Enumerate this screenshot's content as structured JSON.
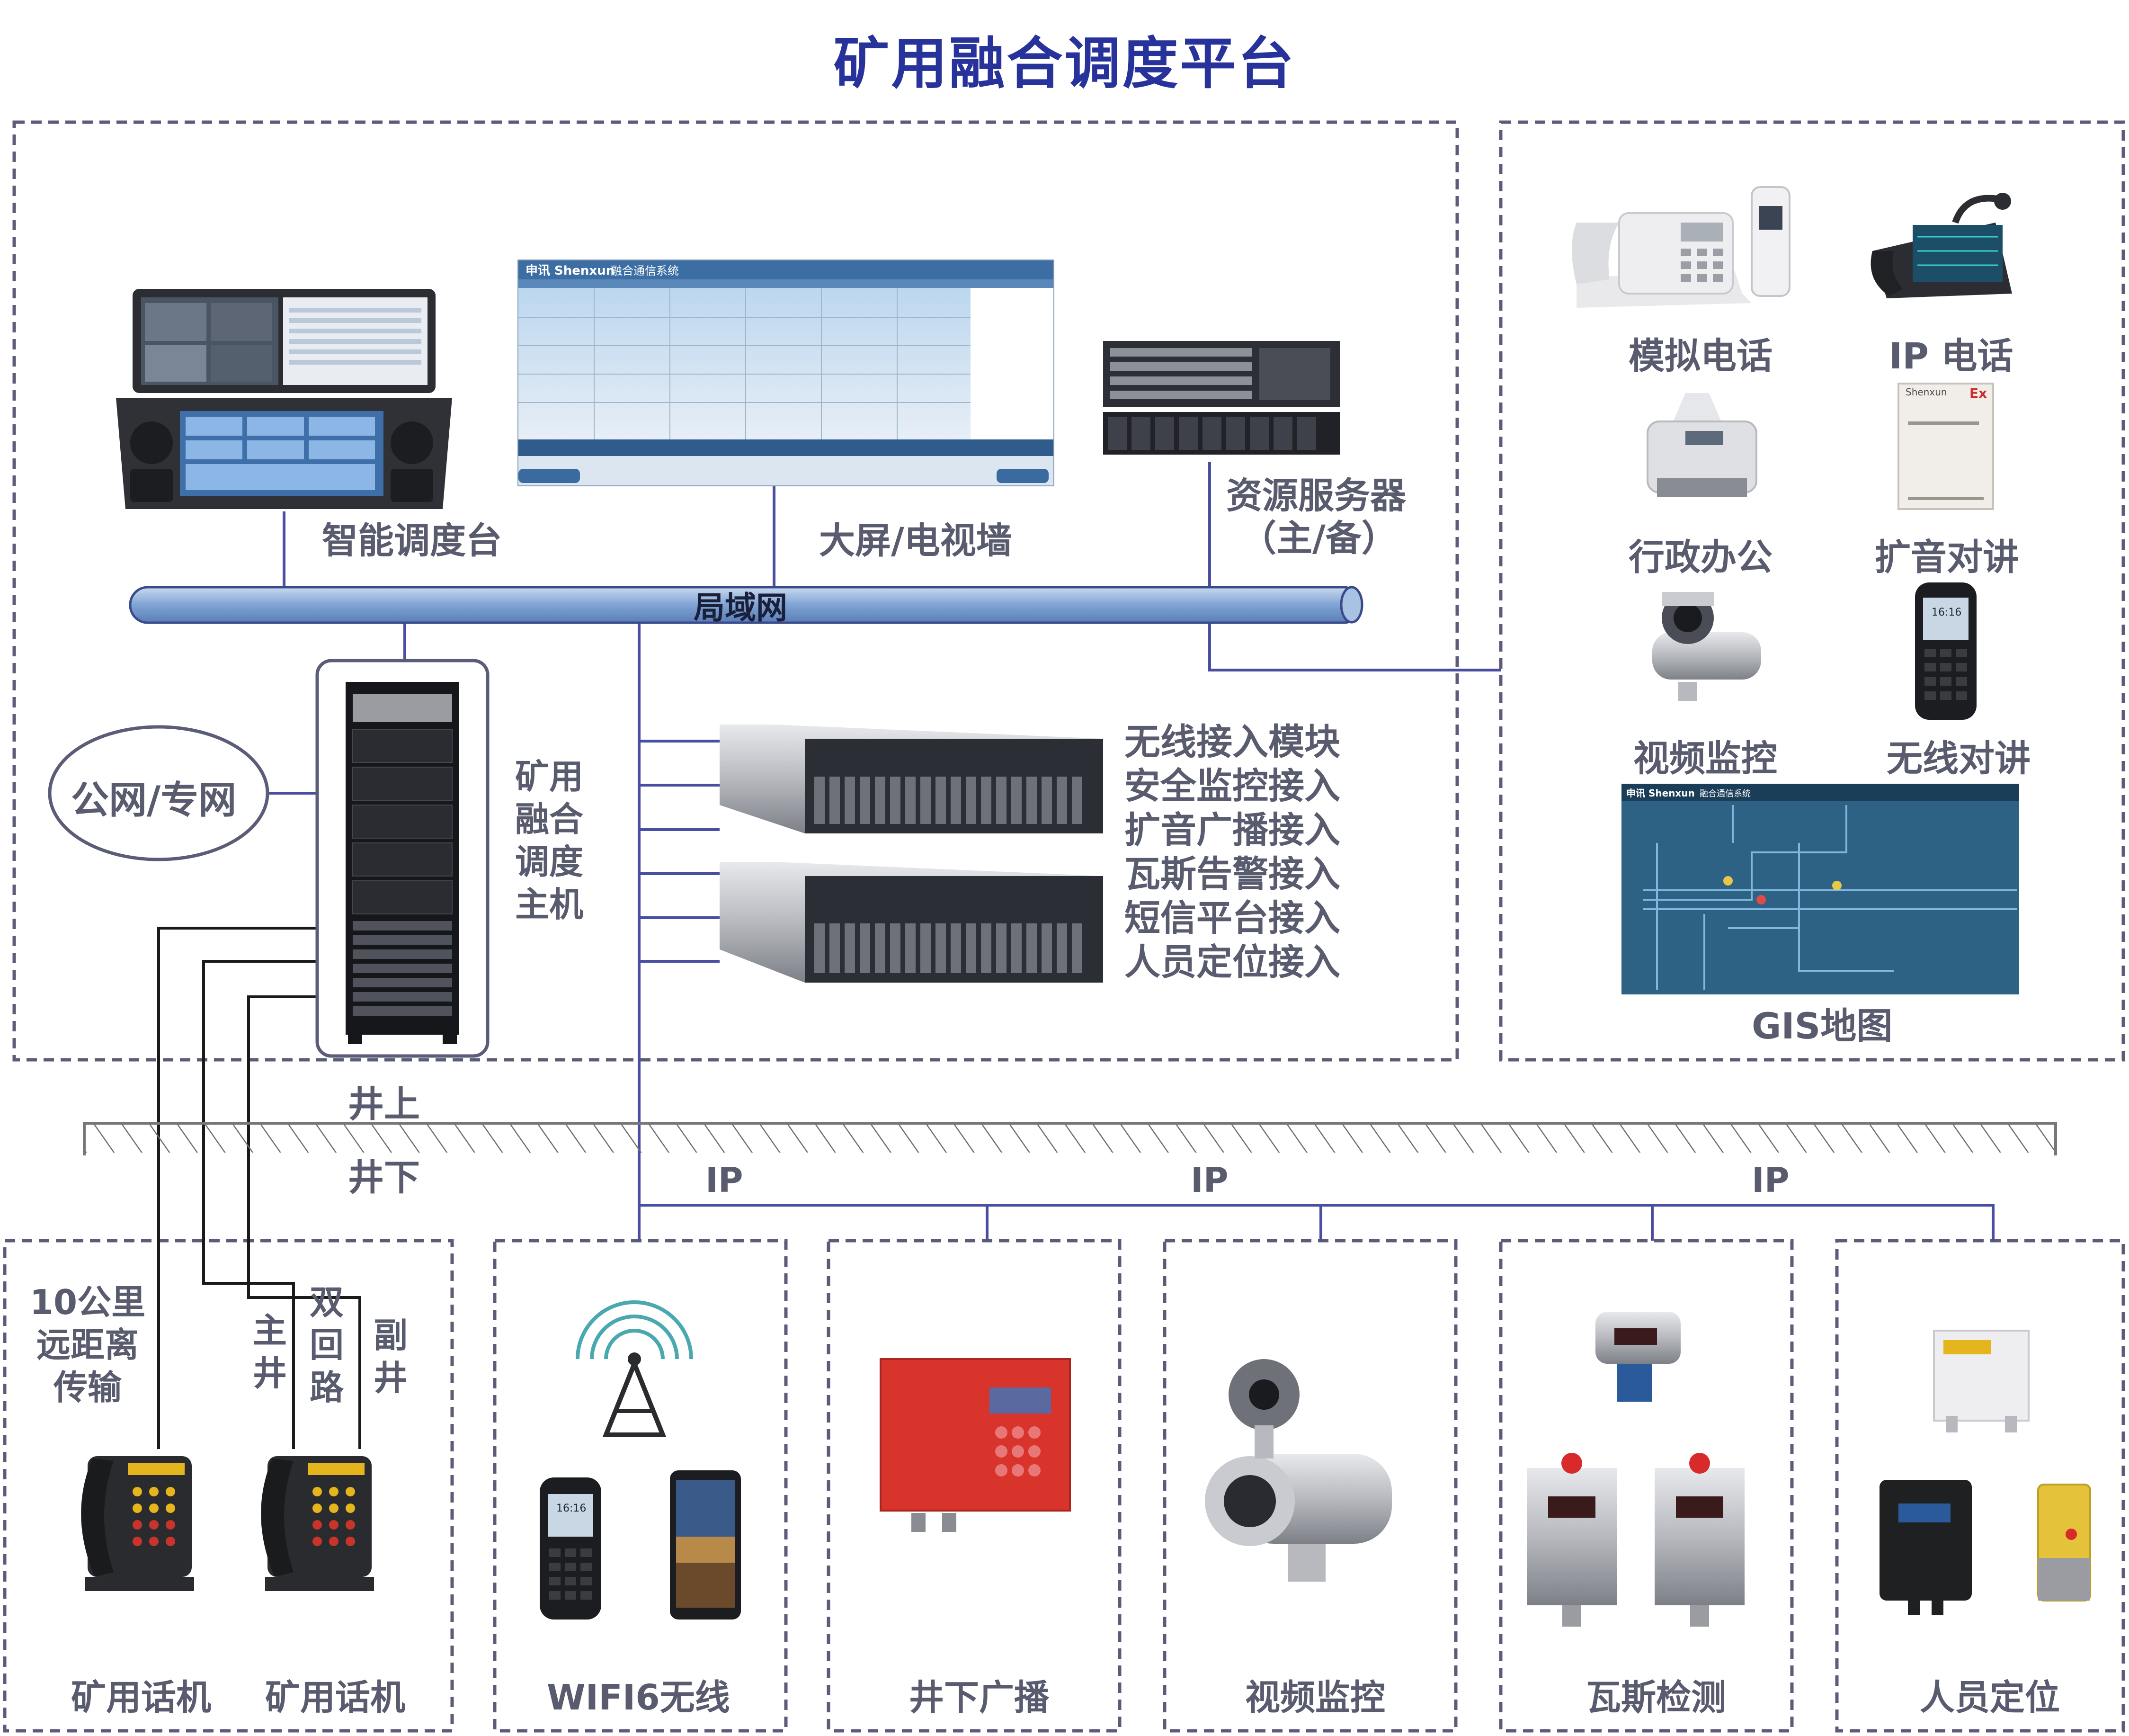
{
  "title": "矿用融合调度平台",
  "network": {
    "lan": "局域网",
    "public_private": "公网/专网",
    "ip": [
      "IP",
      "IP",
      "IP"
    ]
  },
  "surface": {
    "above": "井上",
    "below": "井下"
  },
  "top_devices": {
    "console": "智能调度台",
    "videowall": "大屏/电视墙",
    "server_line1": "资源服务器",
    "server_line2": "（主/备）"
  },
  "host": {
    "label": [
      "矿用",
      "融合",
      "调度",
      "主机"
    ]
  },
  "access_modules": [
    "无线接入模块",
    "安全监控接入",
    "扩音广播接入",
    "瓦斯告警接入",
    "短信平台接入",
    "人员定位接入"
  ],
  "right_panel": [
    "模拟电话",
    "IP 电话",
    "行政办公",
    "扩音对讲",
    "视频监控",
    "无线对讲",
    "GIS地图"
  ],
  "screen_text": {
    "brand": "申讯 Shenxun",
    "system": "融合通信系统",
    "clock": "16:16",
    "exbox_brand": "Shenxun",
    "ex_mark": "Ex"
  },
  "underground": {
    "phone_note": [
      "10公里",
      "远距离",
      "传输"
    ],
    "main_shaft": [
      "主",
      "井"
    ],
    "dual_loop": [
      "双",
      "回",
      "路"
    ],
    "aux_shaft": [
      "副",
      "井"
    ],
    "phone1": "矿用话机",
    "phone2": "矿用话机",
    "wifi": "WIFI6无线",
    "broadcast": "井下广播",
    "video": "视频监控",
    "gas": "瓦斯检测",
    "positioning": "人员定位"
  },
  "colors": {
    "title": "#27339a",
    "label": "#595b6e",
    "dash": "#5a5c78",
    "pipe": "#8fb0d8",
    "line": "#4a4ea0"
  }
}
